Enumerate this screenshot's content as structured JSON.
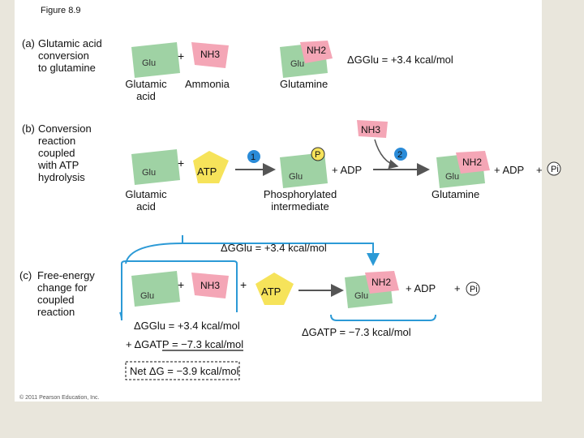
{
  "figure_label": "Figure 8.9",
  "panel_a": {
    "letter": "(a)",
    "title_lines": [
      "Glutamic acid",
      "conversion",
      "to glutamine"
    ],
    "glu": "Glu",
    "plus": "+",
    "nh3": "NH3",
    "glu2": "Glu",
    "nh2": "NH2",
    "delta_g": "ΔGGlu = +3.4 kcal/mol",
    "name_glutamic": [
      "Glutamic",
      "acid"
    ],
    "name_ammonia": "Ammonia",
    "name_glutamine": "Glutamine"
  },
  "panel_b": {
    "letter": "(b)",
    "title_lines": [
      "Conversion",
      "reaction",
      "coupled",
      "with ATP",
      "hydrolysis"
    ],
    "glu": "Glu",
    "plus": "+",
    "atp": "ATP",
    "step1": "1",
    "p_symbol": "P",
    "glu2": "Glu",
    "adp": "+ ADP",
    "nh3": "NH3",
    "step2": "2",
    "glu3": "Glu",
    "nh2": "NH2",
    "adp2": "+ ADP",
    "pi": "Pi",
    "plus2": "+",
    "name_glutamic": [
      "Glutamic",
      "acid"
    ],
    "name_intermediate": [
      "Phosphorylated",
      "intermediate"
    ],
    "name_glutamine": "Glutamine",
    "delta_g": "ΔGGlu = +3.4 kcal/mol"
  },
  "panel_c": {
    "letter": "(c)",
    "title_lines": [
      "Free-energy",
      "change for",
      "coupled",
      "reaction"
    ],
    "glu": "Glu",
    "plus": "+",
    "nh3": "NH3",
    "plus2": "+",
    "atp": "ATP",
    "glu2": "Glu",
    "nh2": "NH2",
    "adp": "+ ADP",
    "plus3": "+",
    "pi": "Pi",
    "dg_glu": "ΔGGlu = +3.4 kcal/mol",
    "dg_atp_left": "+ ΔGATP = −7.3 kcal/mol",
    "net": "Net ΔG = −3.9 kcal/mol",
    "dg_atp_right": "ΔGATP = −7.3 kcal/mol"
  },
  "copyright": "© 2011 Pearson Education, Inc.",
  "colors": {
    "glu_fill": "#9fd2a4",
    "nh_fill": "#f4a6b6",
    "atp_fill": "#f6e35a",
    "atp_text": "#c0392b",
    "step_fill": "#2a8bd8",
    "arrow": "#555555",
    "bracket": "#2c9ad6"
  }
}
